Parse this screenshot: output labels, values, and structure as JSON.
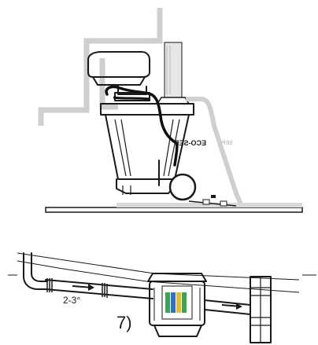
{
  "top_diagram": {
    "eco_sep_label": "ECO-SEP",
    "sep_label": "SEP"
  },
  "bottom_diagram": {
    "slope_label": "2-3°",
    "step_number": "7)"
  },
  "colors": {
    "ink": "#1a1a1a",
    "grey": "#cfcfcf",
    "ground": "#d9d9d9",
    "filter_green": "#3aa655",
    "filter_blue": "#2f6fd1",
    "filter_yellow": "#e3c12a"
  }
}
